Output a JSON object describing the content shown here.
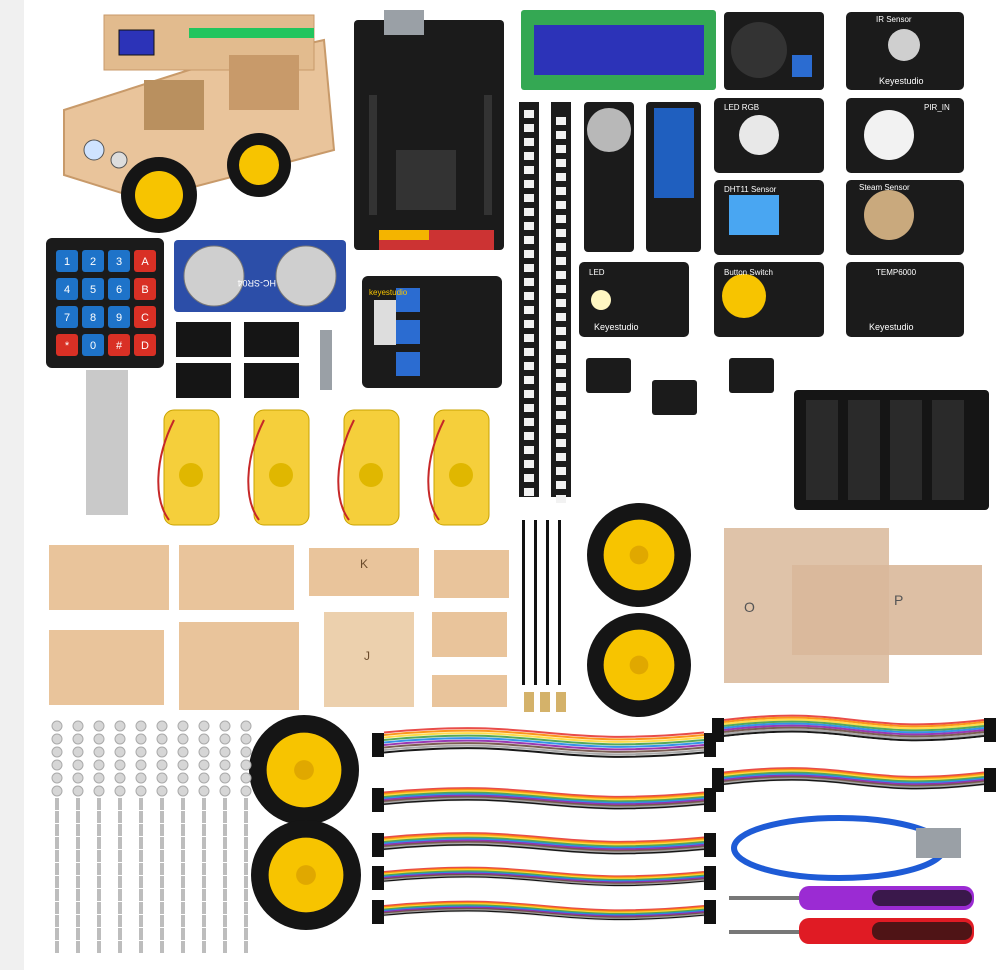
{
  "product_photo": {
    "description_hidden": "",
    "labels": {
      "keypad": [
        "1",
        "2",
        "3",
        "A",
        "4",
        "5",
        "6",
        "B",
        "7",
        "8",
        "9",
        "C",
        "*",
        "0",
        "#",
        "D"
      ],
      "ultrasonic": "HC-SR04",
      "keyestudio": "Keyestudio",
      "keyestudio_small": "keyestudio",
      "lcd": "",
      "module_ir_sensor": "IR Sensor",
      "module_led_rgb": "LED RGB",
      "module_pir": "PIR_IN",
      "module_dht11": "DHT11 Sensor",
      "module_steam": "Steam Sensor",
      "module_led": "LED",
      "module_button": "Button Switch",
      "module_tempo": "TEMP6000",
      "acrylic_o": "O",
      "acrylic_p": "P",
      "wood_k": "K",
      "wood_j": "J"
    },
    "colors": {
      "wood": "#e9c49b",
      "wood_dark": "#c89a6a",
      "pcb_black": "#1b1b1b",
      "yellow_wheel": "#f7c400",
      "tire": "#151515",
      "lcd_blue": "#2c33b8",
      "lcd_green": "#34a853",
      "ultrasonic_blue": "#2c4ea8",
      "motor_yellow": "#f5cf3b",
      "acrylic": "#d9b89a",
      "screwdriver_purple": "#9b2bd3",
      "screwdriver_red": "#e01b24",
      "usb_blue": "#1e5bd6"
    }
  }
}
